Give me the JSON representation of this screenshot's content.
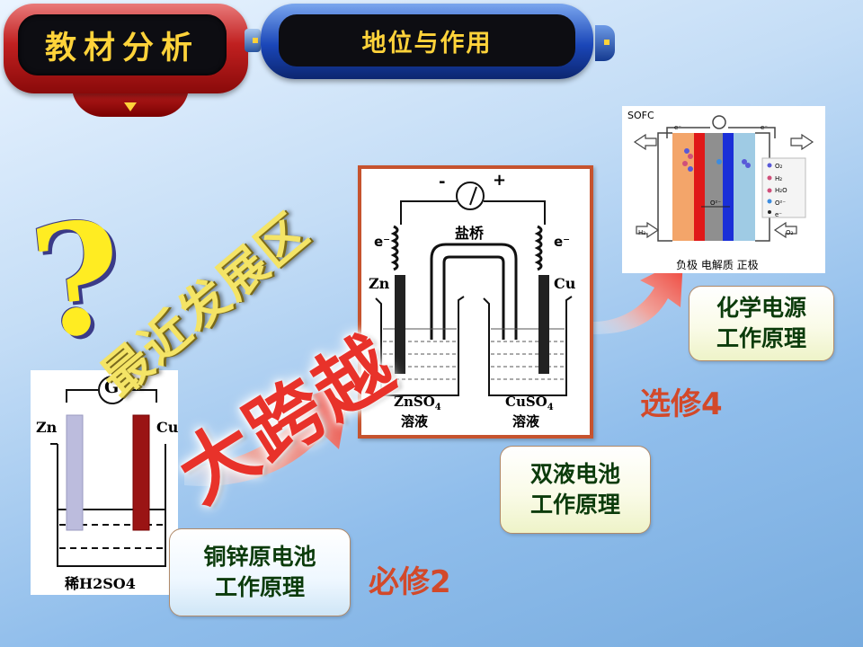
{
  "header": {
    "section_title": "教材分析",
    "subsection_title": "地位与作用"
  },
  "decor": {
    "question_mark": "?",
    "zone_text": "最近发展区",
    "leap_text": "大跨越"
  },
  "cells": [
    {
      "id": "copper-zinc",
      "label_line1": "铜锌原电池",
      "label_line2": "工作原理",
      "course": "必修2",
      "diagram": {
        "meter": "G",
        "left_electrode": "Zn",
        "right_electrode": "Cu",
        "solution": "稀H2SO4"
      }
    },
    {
      "id": "double-liquid",
      "label_line1": "双液电池",
      "label_line2": "工作原理",
      "course": "",
      "diagram": {
        "minus": "-",
        "plus": "+",
        "salt_bridge": "盐桥",
        "electron_left": "e⁻",
        "electron_right": "e⁻",
        "left_electrode": "Zn",
        "right_electrode": "Cu",
        "left_solution": "ZnSO",
        "left_solution_sub": "4",
        "left_solution_word": "溶液",
        "right_solution": "CuSO",
        "right_solution_sub": "4",
        "right_solution_word": "溶液"
      }
    },
    {
      "id": "chemical-source",
      "label_line1": "化学电源",
      "label_line2": "工作原理",
      "course": "选修4",
      "diagram": {
        "title": "SOFC",
        "bottom_caption": "负极 电解质 正极",
        "legend": [
          "O₂",
          "H₂",
          "H₂O",
          "O²⁻",
          "e⁻"
        ],
        "inlet_left": "H₂",
        "inlet_right": "O₂",
        "electron_a": "e⁻",
        "electron_b": "e⁻",
        "ion": "O²⁻"
      }
    }
  ],
  "colors": {
    "background_top": "#eaf4ff",
    "background_bottom": "#78acdf",
    "header_red": "#c02020",
    "header_blue": "#1a46b8",
    "title_yellow": "#ffd33a",
    "panel_border": "#c6532e",
    "course_red": "#d2492a",
    "label_green_text": "#0b3b0b",
    "arrow_red": "#e8322a"
  }
}
